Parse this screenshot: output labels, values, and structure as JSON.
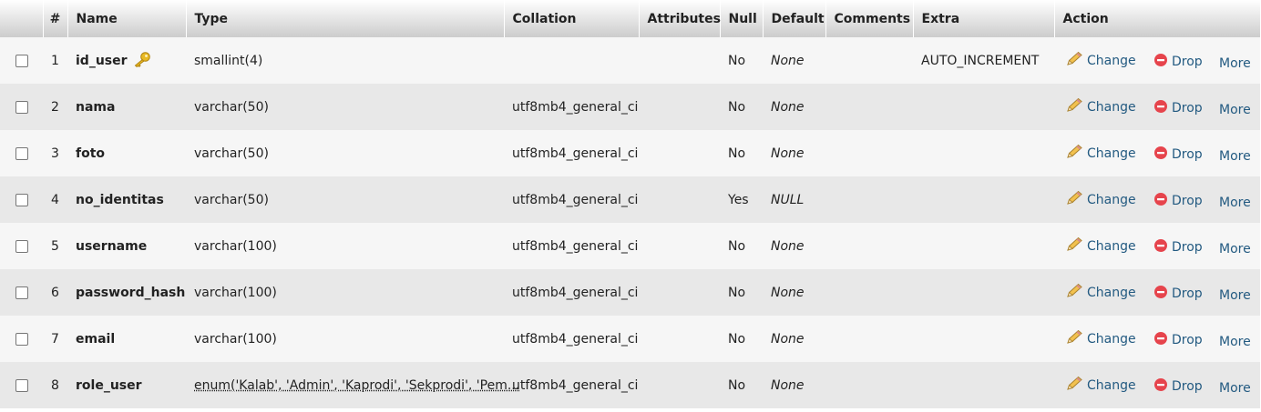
{
  "columns": {
    "num": "#",
    "name": "Name",
    "type": "Type",
    "collation": "Collation",
    "attributes": "Attributes",
    "null": "Null",
    "default": "Default",
    "comments": "Comments",
    "extra": "Extra",
    "action": "Action"
  },
  "actions": {
    "change": "Change",
    "drop": "Drop",
    "more": "More"
  },
  "colors": {
    "link": "#235a81",
    "drop_icon": "#e6444c",
    "key_icon": "#e8b923"
  },
  "rows": [
    {
      "num": "1",
      "name": "id_user",
      "type": "smallint(4)",
      "collation": "",
      "attributes": "",
      "null": "No",
      "default": "None",
      "comments": "",
      "extra": "AUTO_INCREMENT",
      "primary_key": true
    },
    {
      "num": "2",
      "name": "nama",
      "type": "varchar(50)",
      "collation": "utf8mb4_general_ci",
      "attributes": "",
      "null": "No",
      "default": "None",
      "comments": "",
      "extra": ""
    },
    {
      "num": "3",
      "name": "foto",
      "type": "varchar(50)",
      "collation": "utf8mb4_general_ci",
      "attributes": "",
      "null": "No",
      "default": "None",
      "comments": "",
      "extra": ""
    },
    {
      "num": "4",
      "name": "no_identitas",
      "type": "varchar(50)",
      "collation": "utf8mb4_general_ci",
      "attributes": "",
      "null": "Yes",
      "default": "NULL",
      "comments": "",
      "extra": ""
    },
    {
      "num": "5",
      "name": "username",
      "type": "varchar(100)",
      "collation": "utf8mb4_general_ci",
      "attributes": "",
      "null": "No",
      "default": "None",
      "comments": "",
      "extra": ""
    },
    {
      "num": "6",
      "name": "password_hash",
      "type": "varchar(100)",
      "collation": "utf8mb4_general_ci",
      "attributes": "",
      "null": "No",
      "default": "None",
      "comments": "",
      "extra": ""
    },
    {
      "num": "7",
      "name": "email",
      "type": "varchar(100)",
      "collation": "utf8mb4_general_ci",
      "attributes": "",
      "null": "No",
      "default": "None",
      "comments": "",
      "extra": ""
    },
    {
      "num": "8",
      "name": "role_user",
      "type": "enum('Kalab', 'Admin', 'Kaprodi', 'Sekprodi', 'Pem...",
      "collation": "utf8mb4_general_ci",
      "attributes": "",
      "null": "No",
      "default": "None",
      "comments": "",
      "extra": "",
      "type_is_enum": true
    }
  ]
}
